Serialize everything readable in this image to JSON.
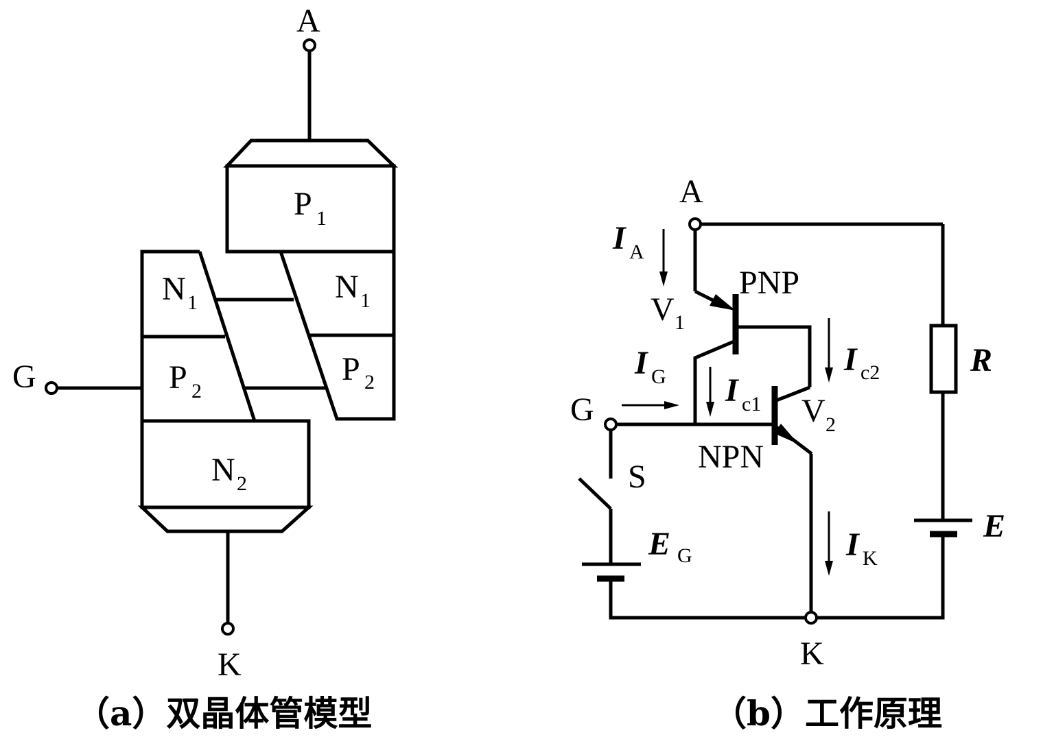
{
  "model": {
    "terminal_a": "A",
    "terminal_g": "G",
    "terminal_k": "K",
    "layer_p1": "P",
    "layer_p1_sub": "1",
    "layer_n1": "N",
    "layer_n1_sub": "1",
    "layer_p2": "P",
    "layer_p2_sub": "2",
    "layer_n2": "N",
    "layer_n2_sub": "2",
    "caption": "（a）双晶体管模型"
  },
  "circuit": {
    "terminal_a": "A",
    "terminal_g": "G",
    "terminal_k": "K",
    "current_a": "I",
    "current_a_sub": "A",
    "current_g": "I",
    "current_g_sub": "G",
    "current_c1": "I",
    "current_c1_sub": "c1",
    "current_c2": "I",
    "current_c2_sub": "c2",
    "current_k": "I",
    "current_k_sub": "K",
    "transistor_v1": "V",
    "transistor_v1_sub": "1",
    "transistor_v2": "V",
    "transistor_v2_sub": "2",
    "pnp_label": "PNP",
    "npn_label": "NPN",
    "switch_label": "S",
    "resistor_label": "R",
    "source_e": "E",
    "source_eg": "E",
    "source_eg_sub": "G",
    "caption": "（b）工作原理"
  },
  "colors": {
    "ink": "#000000",
    "background": "#ffffff"
  }
}
